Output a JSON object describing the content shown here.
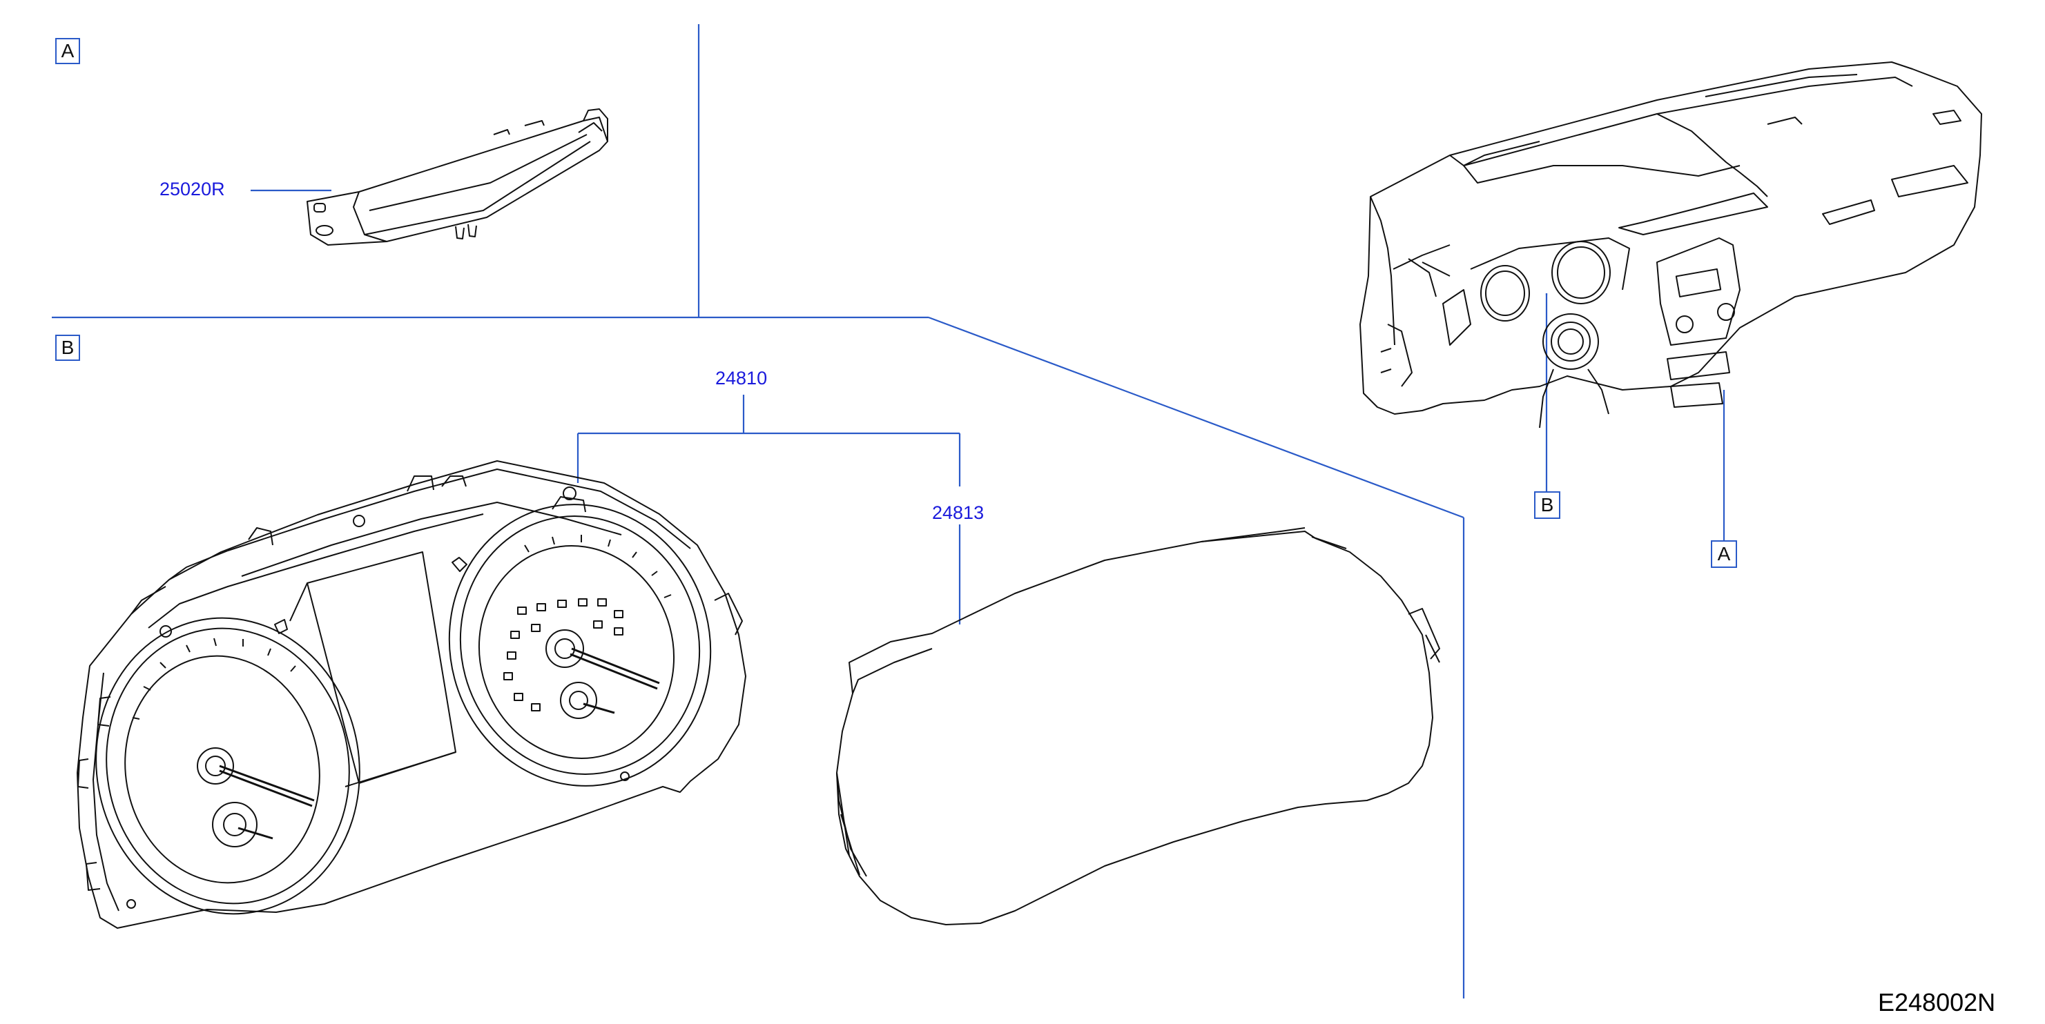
{
  "sections": {
    "a": {
      "label": "A"
    },
    "b": {
      "label": "B"
    }
  },
  "callouts": {
    "amplifier": "25020R",
    "cluster": "24810",
    "lens": "24813"
  },
  "dashboard_markers": {
    "b": "B",
    "a": "A"
  },
  "diagram_id": "E248002N",
  "colors": {
    "leader_line": "#2a5ac8",
    "callout_text": "#1a1adc",
    "drawing": "#111111"
  }
}
